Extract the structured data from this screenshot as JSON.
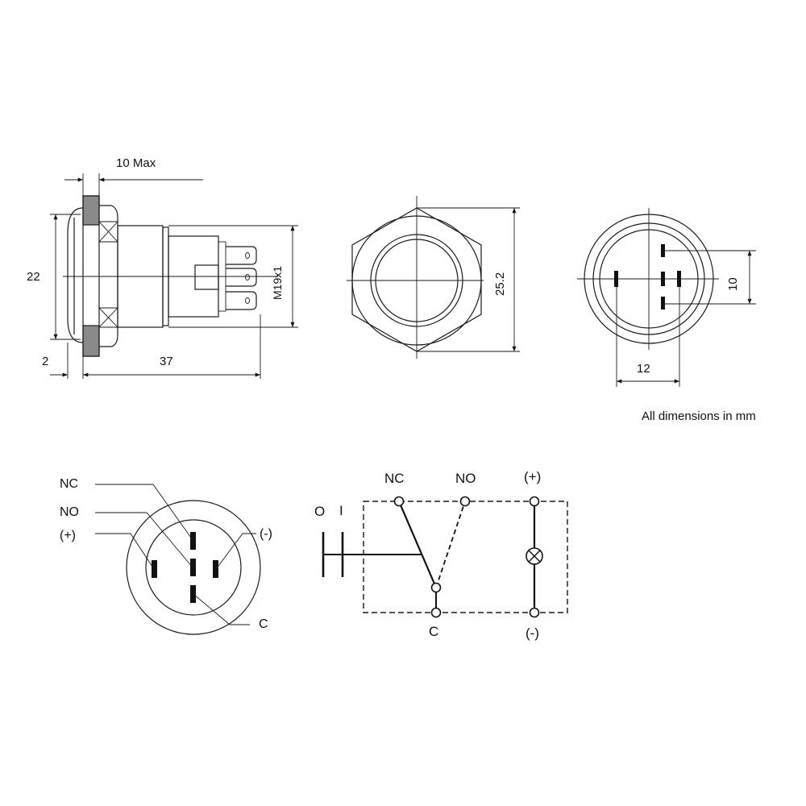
{
  "labels": {
    "top_width": "10 Max",
    "height_22": "22",
    "flange_2": "2",
    "length_37": "37",
    "thread": "M19x1",
    "hex_25_2": "25.2",
    "pin_10": "10",
    "pin_12": "12",
    "note": "All dimensions in mm"
  },
  "pinout": {
    "nc": "NC",
    "no": "NO",
    "plus": "(+)",
    "minus": "(-)",
    "c": "C"
  },
  "schematic": {
    "o": "O",
    "i": "I",
    "nc": "NC",
    "no": "NO",
    "plus": "(+)",
    "c": "C",
    "minus": "(-)"
  }
}
